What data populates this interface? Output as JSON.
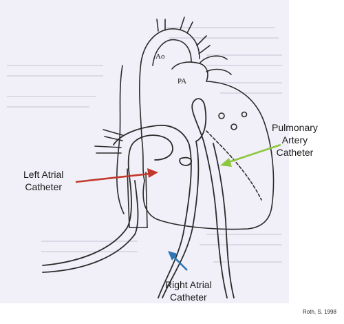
{
  "labels": {
    "ao": "Ao",
    "pa": "PA",
    "pulmonary": [
      "Pulmonary",
      "Artery",
      "Catheter"
    ],
    "left_atrial": [
      "Left Atrial",
      "Catheter"
    ],
    "right_atrial": [
      "Right Atrial",
      "Catheter"
    ],
    "credit": "Roth, S. 1998"
  },
  "colors": {
    "background": "#ffffff",
    "page_tint": "#f1eff7",
    "line": "#2b2b2b",
    "arrow_left_atrial": "#c0392b",
    "arrow_pulmonary": "#8cc63f",
    "arrow_right_atrial": "#2e75b6"
  }
}
